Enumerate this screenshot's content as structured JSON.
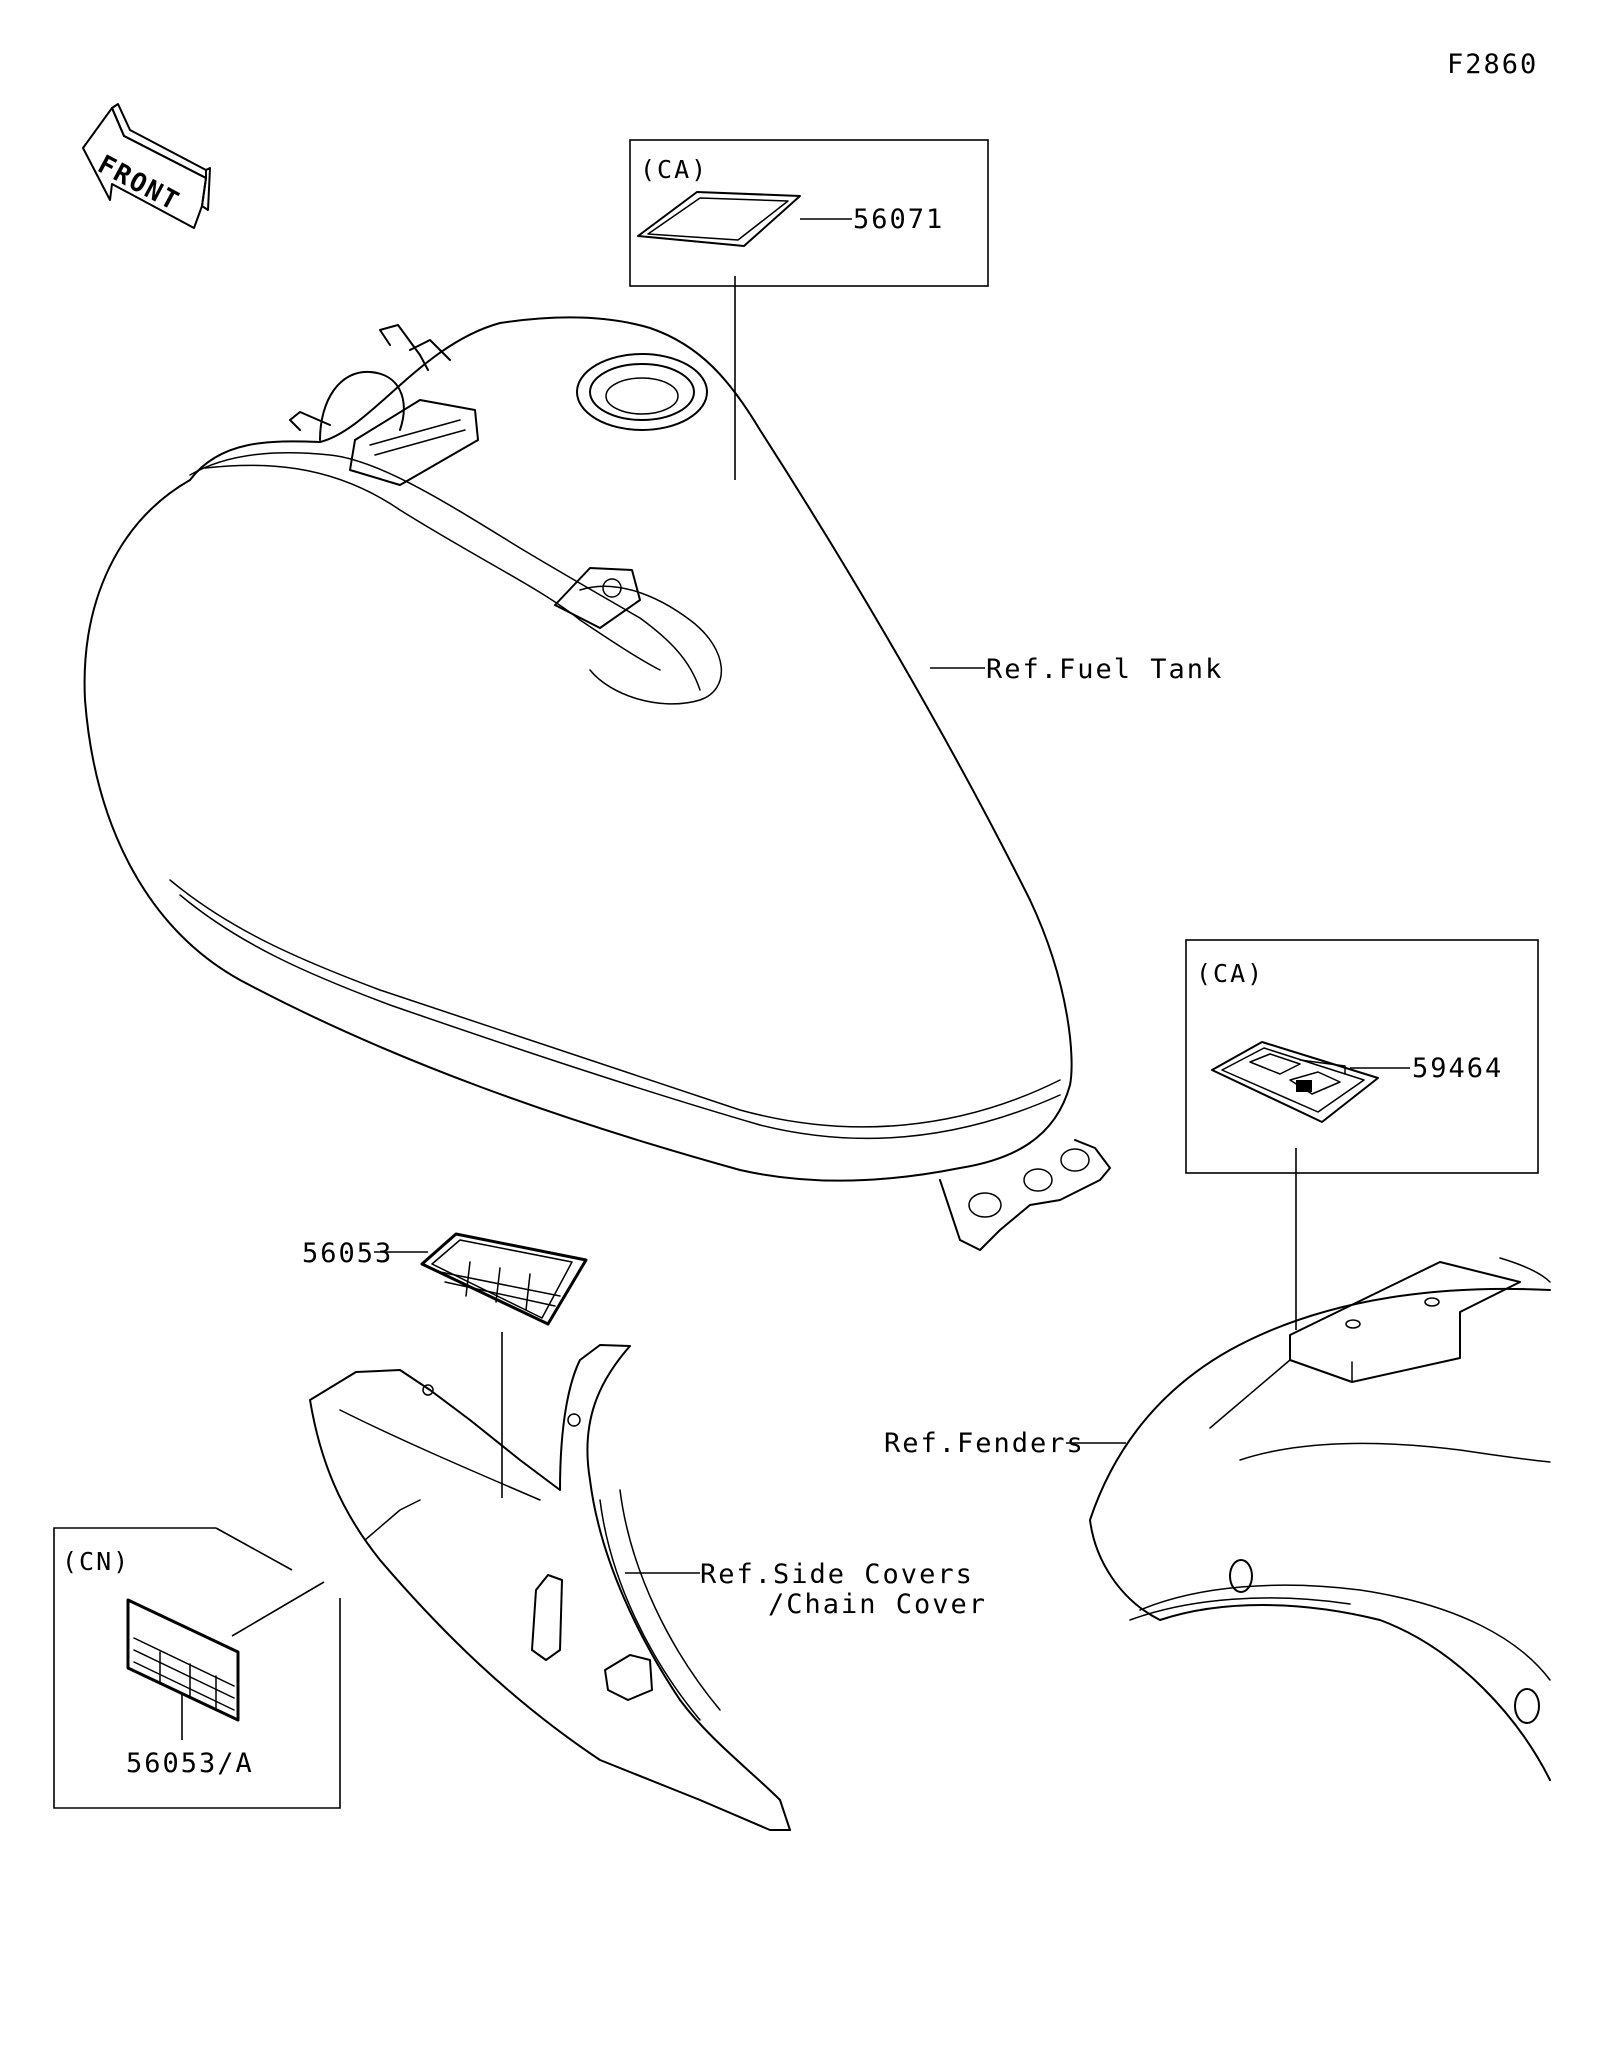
{
  "figure_code": "F2860",
  "front_arrow_text": "FRONT",
  "regions": {
    "tank_label_box": "(CA)",
    "fender_label_box": "(CA)",
    "cover_label_box": "(CN)"
  },
  "parts": {
    "tank_label": "56071",
    "fender_label": "59464",
    "cover_label": "56053",
    "cover_label_cn": "56053/A"
  },
  "references": {
    "fuel_tank": "Ref.Fuel Tank",
    "fenders": "Ref.Fenders",
    "side_covers_line1": "Ref.Side Covers",
    "side_covers_line2": "/Chain Cover"
  }
}
